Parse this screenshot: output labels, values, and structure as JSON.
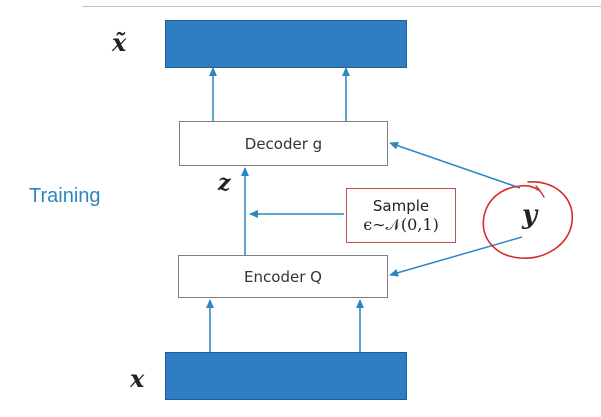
{
  "side_label": "Training",
  "variables": {
    "x_tilde": "x̃",
    "z": "z",
    "y": "y",
    "x": "x"
  },
  "boxes": {
    "decoder": "Decoder g",
    "encoder": "Encoder Q"
  },
  "sample": {
    "title": "Sample",
    "distribution": "ϵ∼𝒩(0,1)"
  },
  "colors": {
    "bar_fill": "#2f7ec1",
    "arrow": "#2e86c1",
    "sample_border": "#c0504d",
    "annotation_circle": "#d62a2a"
  }
}
